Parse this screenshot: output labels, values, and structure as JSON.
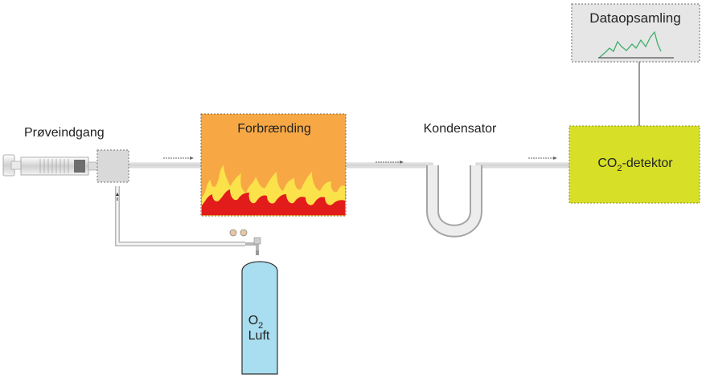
{
  "labels": {
    "sample_inlet": "Prøveindgang",
    "combustion": "Forbrænding",
    "condenser": "Kondensator",
    "data_acquisition": "Dataopsamling",
    "detector_prefix": "CO",
    "detector_sub": "2",
    "detector_suffix": "-detektor",
    "cylinder_o": "O",
    "cylinder_sub": "2",
    "cylinder_air": "Luft"
  },
  "colors": {
    "combustion_fill": "#f7a845",
    "flame_red": "#e21b1b",
    "flame_yellow": "#fbe14a",
    "detector_fill": "#d7e027",
    "cylinder_fill": "#a9ddf0",
    "data_box_fill": "#e6e6e6",
    "signal_line": "#3fae6a",
    "tube": "#d4d4d4"
  },
  "icons": [
    "syringe-icon",
    "valve-icon",
    "flame-icon",
    "gas-cylinder-icon",
    "u-tube-icon",
    "signal-trace-icon"
  ]
}
